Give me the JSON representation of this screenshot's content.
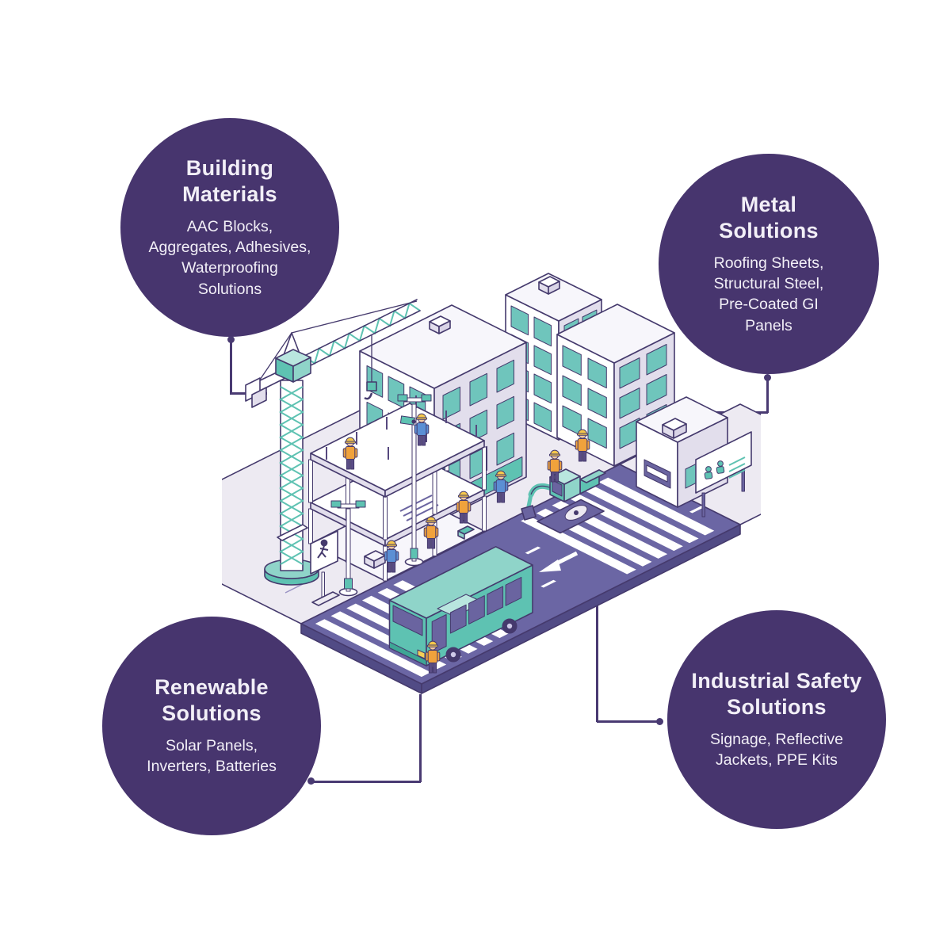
{
  "page": {
    "background": "#ffffff"
  },
  "colors": {
    "callout_circle": "#47356e",
    "callout_text": "#f2eff7",
    "connector_line": "#493a72",
    "illustration_outline": "#453a6d",
    "road_purple": "#6b66a4",
    "teal_accent": "#5ec2b2",
    "window_teal": "#6fc5bc",
    "ground_grey": "#edeaf2",
    "vest_orange": "#f0a23c",
    "shirt_blue": "#5b8fd4",
    "helmet_yellow": "#f5c84c"
  },
  "callouts": [
    {
      "id": "building-materials",
      "title_lines": [
        "Building",
        "Materials"
      ],
      "subtitle_lines": [
        "AAC Blocks,",
        "Aggregates, Adhesives,",
        "Waterproofing",
        "Solutions"
      ]
    },
    {
      "id": "metal-solutions",
      "title_lines": [
        "Metal",
        "Solutions"
      ],
      "subtitle_lines": [
        "Roofing Sheets,",
        "Structural Steel,",
        "Pre-Coated GI",
        "Panels"
      ]
    },
    {
      "id": "renewable-solutions",
      "title_lines": [
        "Renewable",
        "Solutions"
      ],
      "subtitle_lines": [
        "Solar Panels,",
        "Inverters, Batteries"
      ]
    },
    {
      "id": "industrial-safety-solutions",
      "title_lines": [
        "Industrial Safety",
        "Solutions"
      ],
      "subtitle_lines": [
        "Signage, Reflective",
        "Jackets, PPE Kits"
      ]
    }
  ],
  "scene": {
    "description": "Isometric construction city block",
    "elements": [
      "tower-crane",
      "under-construction-frame-building",
      "high-rise-building",
      "mid-rise-building",
      "corner-building",
      "ticket-kiosk",
      "construction-billboard",
      "city-bus",
      "excavator",
      "road-with-crosswalks",
      "street-lamps",
      "pedestrian-crossing-sign",
      "construction-workers"
    ]
  }
}
